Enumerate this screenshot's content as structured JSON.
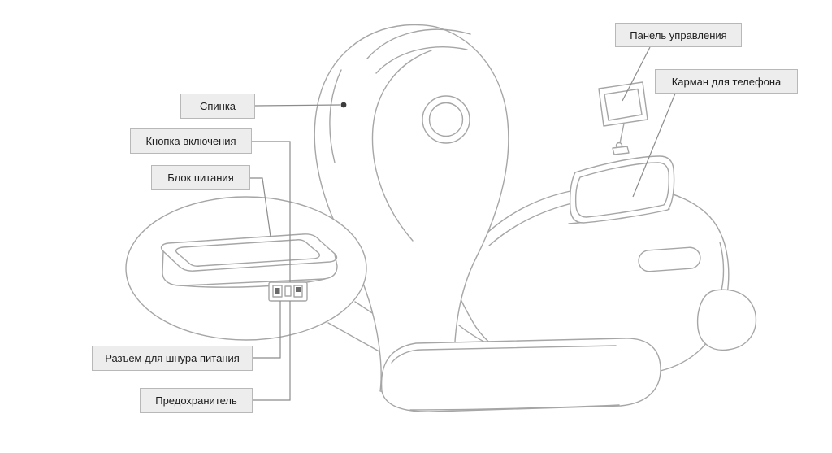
{
  "diagram": {
    "subject": "massage-chair-parts-diagram",
    "labels": [
      {
        "id": "control-panel",
        "text": "Панель управления"
      },
      {
        "id": "phone-pocket",
        "text": "Карман для телефона"
      },
      {
        "id": "backrest",
        "text": "Спинка"
      },
      {
        "id": "power-button",
        "text": "Кнопка включения"
      },
      {
        "id": "power-supply",
        "text": "Блок питания"
      },
      {
        "id": "power-cord-socket",
        "text": "Разъем для шнура питания"
      },
      {
        "id": "fuse",
        "text": "Предохранитель"
      }
    ],
    "colors": {
      "line": "#a6a6a6",
      "leader": "#8c8c8c",
      "label_bg": "#ededed",
      "label_border": "#b8b8b8",
      "text": "#1c1c1c"
    }
  }
}
